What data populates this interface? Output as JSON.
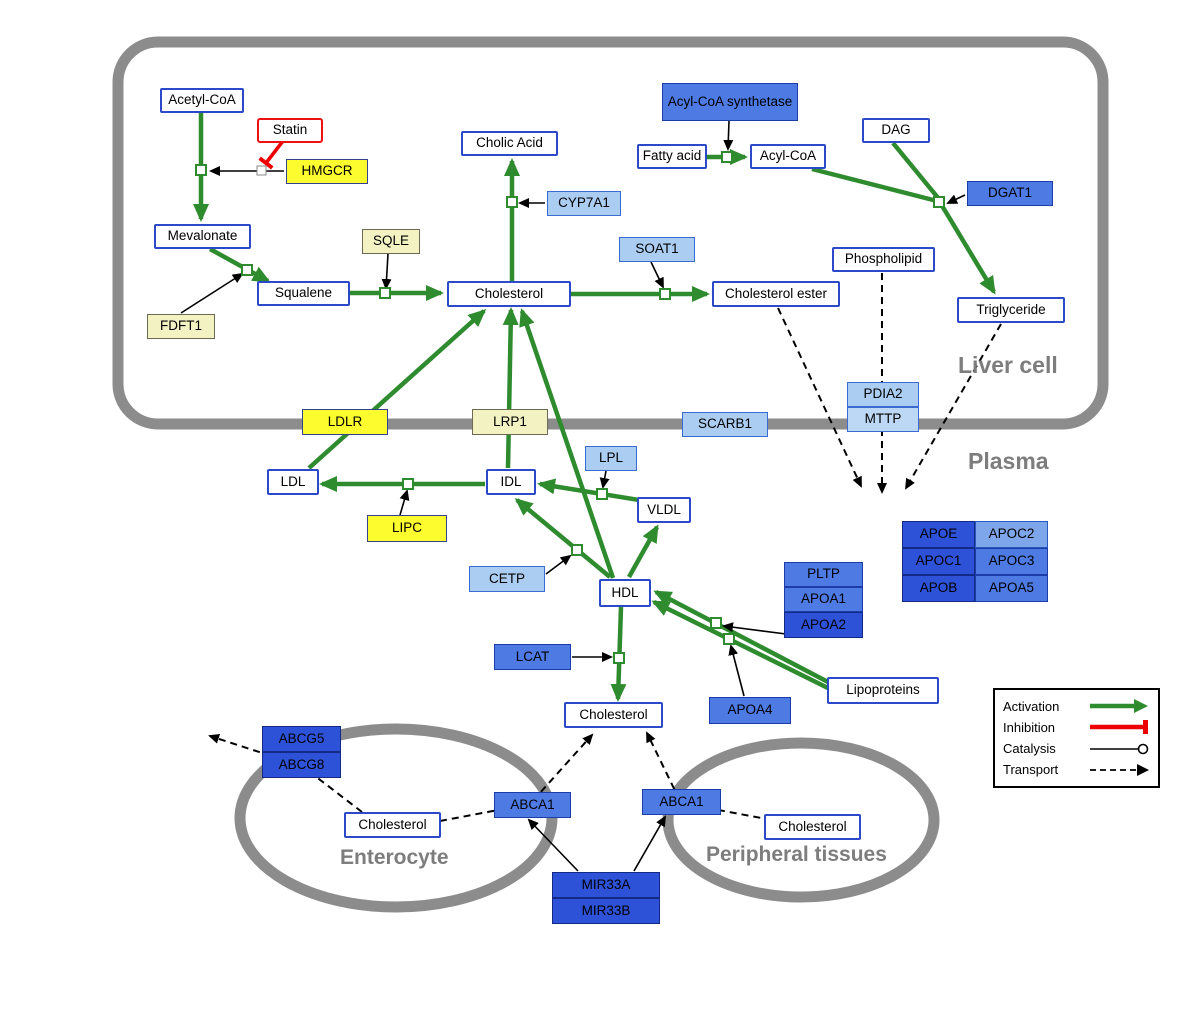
{
  "labels": {
    "liver_cell": "Liver cell",
    "plasma": "Plasma",
    "enterocyte": "Enterocyte",
    "peripheral": "Peripheral tissues"
  },
  "nodes": {
    "acetyl_coa": "Acetyl-CoA",
    "statin": "Statin",
    "hmgcr": "HMGCR",
    "mevalonate": "Mevalonate",
    "sqle": "SQLE",
    "fdft1": "FDFT1",
    "squalene": "Squalene",
    "cholesterol_liver": "Cholesterol",
    "cholic_acid": "Cholic Acid",
    "cyp7a1": "CYP7A1",
    "soat1": "SOAT1",
    "cholesterol_ester": "Cholesterol ester",
    "acyl_coa_synthetase": "Acyl-CoA synthetase",
    "fatty_acid": "Fatty acid",
    "acyl_coa": "Acyl-CoA",
    "dag": "DAG",
    "dgat1": "DGAT1",
    "phospholipid": "Phospholipid",
    "triglyceride": "Triglyceride",
    "pdia2": "PDIA2",
    "mttp": "MTTP",
    "ldlr": "LDLR",
    "lrp1": "LRP1",
    "scarb1": "SCARB1",
    "ldl": "LDL",
    "idl": "IDL",
    "lpl": "LPL",
    "vldl": "VLDL",
    "lipc": "LIPC",
    "cetp": "CETP",
    "hdl": "HDL",
    "pltp": "PLTP",
    "apoa1": "APOA1",
    "apoa2": "APOA2",
    "apoe": "APOE",
    "apoc2": "APOC2",
    "apoc1": "APOC1",
    "apoc3": "APOC3",
    "apob": "APOB",
    "apoa5": "APOA5",
    "lcat": "LCAT",
    "apoa4": "APOA4",
    "lipoproteins": "Lipoproteins",
    "cholesterol_plasma": "Cholesterol",
    "abcg5": "ABCG5",
    "abcg8": "ABCG8",
    "cholesterol_enterocyte": "Cholesterol",
    "abca1_left": "ABCA1",
    "abca1_right": "ABCA1",
    "cholesterol_peripheral": "Cholesterol",
    "mir33a": "MIR33A",
    "mir33b": "MIR33B"
  },
  "legend": {
    "activation": "Activation",
    "inhibition": "Inhibition",
    "catalysis": "Catalysis",
    "transport": "Transport"
  },
  "colors": {
    "activation_green": "#2e8b2e",
    "inhibition_red": "#ee0000",
    "membrane_gray": "#8c8c8c",
    "metabolite_border_blue": "#2b49c9",
    "gene_yellow": "#fcfc2e",
    "gene_pale_yellow": "#f3f2c3",
    "gene_blue_dark": "#2d52d8",
    "gene_blue_medium": "#4d7ae3",
    "gene_blue_light": "#abcdf2"
  }
}
